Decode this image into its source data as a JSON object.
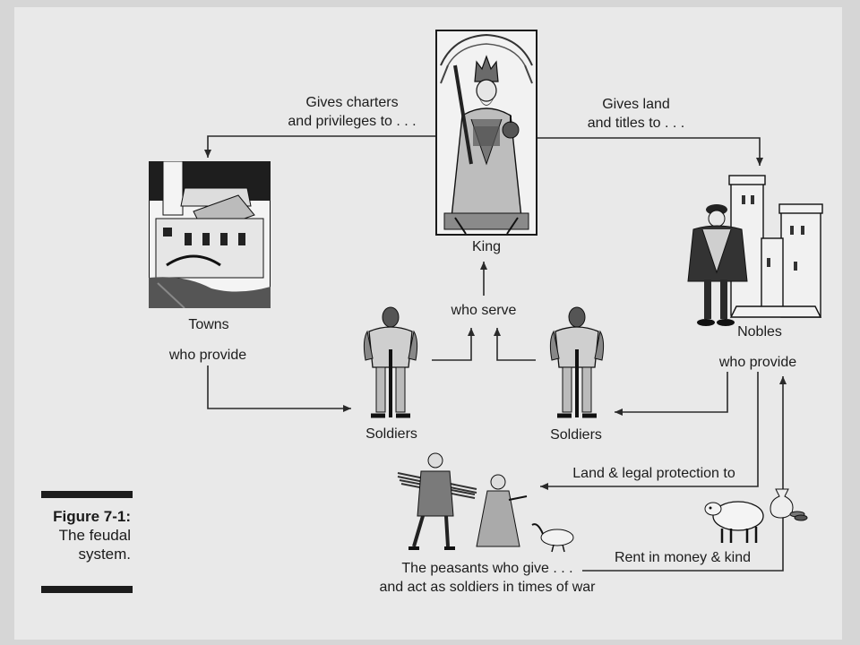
{
  "nodes": {
    "king": "King",
    "towns": "Towns",
    "towns_sub": "who provide",
    "nobles": "Nobles",
    "nobles_sub": "who provide",
    "soldiers_left": "Soldiers",
    "soldiers_right": "Soldiers",
    "serve": "who serve",
    "peasants": "The peasants who give . . .\nand act as soldiers in times of war"
  },
  "edges": {
    "king_to_towns": "Gives charters\nand privileges to . . .",
    "king_to_nobles": "Gives land\nand titles to . . .",
    "nobles_to_peasants": "Land & legal protection to",
    "peasants_to_nobles": "Rent in money & kind"
  },
  "caption": {
    "number": "Figure 7-1:",
    "text": "The feudal\nsystem."
  },
  "icons": {
    "king": "king-portrait-icon",
    "towns": "town-building-icon",
    "nobles": "noble-castle-icon",
    "soldier": "armored-knight-icon",
    "peasants": "peasant-family-icon",
    "sheep": "sheep-icon",
    "money": "money-bag-icon"
  }
}
